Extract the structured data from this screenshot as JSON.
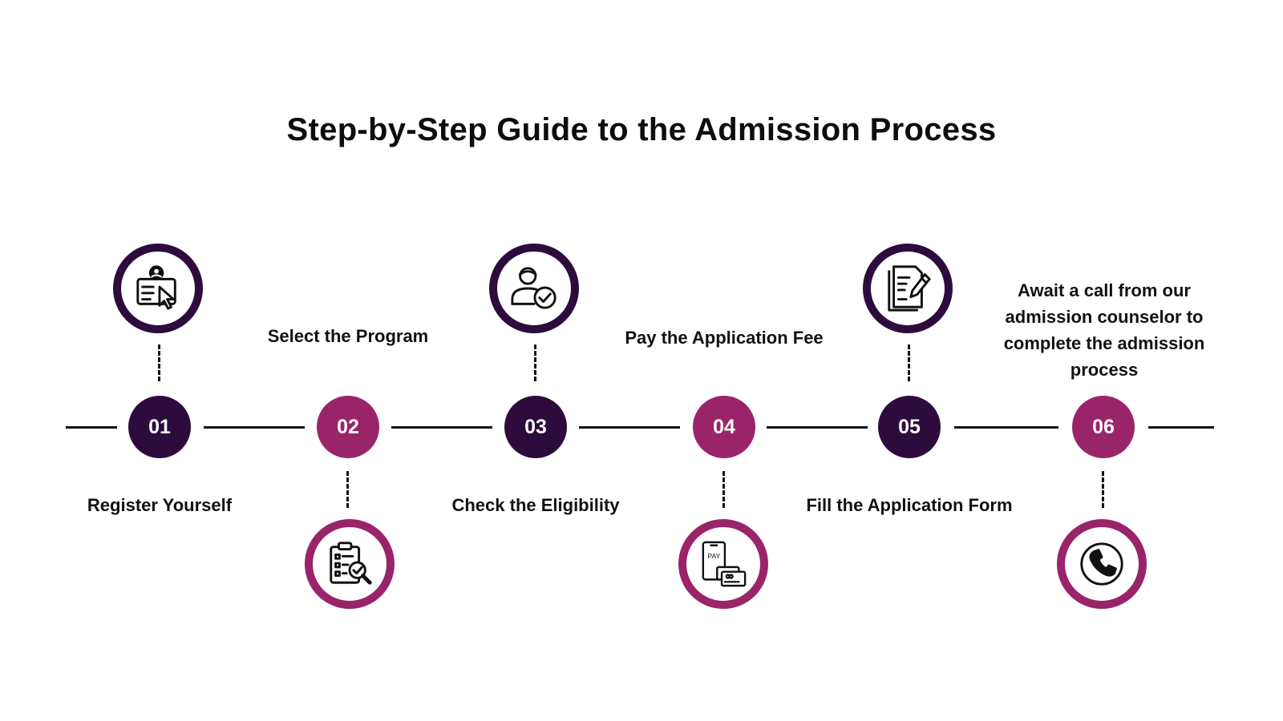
{
  "title": "Step-by-Step Guide to the Admission Process",
  "colors": {
    "dark": "#2e0b3d",
    "magenta": "#9a2469",
    "line": "#111111"
  },
  "steps": [
    {
      "number": "01",
      "label": "Register Yourself",
      "icon": "register-user-icon",
      "color": "dark"
    },
    {
      "number": "02",
      "label": "Select the Program",
      "icon": "checklist-search-icon",
      "color": "magenta"
    },
    {
      "number": "03",
      "label": "Check the Eligibility",
      "icon": "user-check-icon",
      "color": "dark"
    },
    {
      "number": "04",
      "label": "Pay the Application Fee",
      "icon": "payment-icon",
      "color": "magenta"
    },
    {
      "number": "05",
      "label": "Fill the Application Form",
      "icon": "form-pen-icon",
      "color": "dark"
    },
    {
      "number": "06",
      "label": "Await a call from our admission counselor to complete the admission process",
      "icon": "phone-call-icon",
      "color": "magenta"
    }
  ]
}
